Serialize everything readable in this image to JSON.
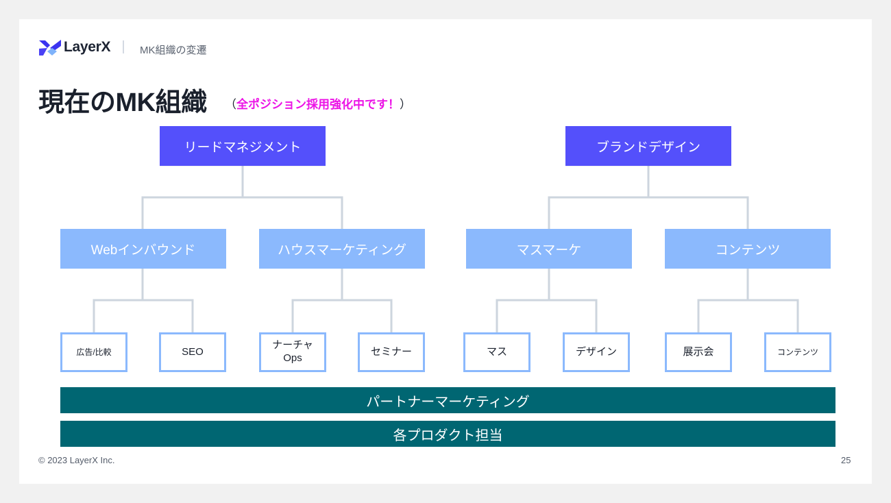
{
  "header": {
    "brand": "LayerX",
    "section": "MK組織の変遷",
    "logo_icon": "layerx-logo-icon"
  },
  "title": "現在のMK組織",
  "subtitle": {
    "open": "（",
    "text": "全ポジション採用強化中です！",
    "close": "）",
    "color": "#ec13e6"
  },
  "colors": {
    "top_box": "#5450fb",
    "mid_box": "#8bb9fd",
    "leaf_border": "#8bb9fd",
    "connector": "#cdd5de",
    "bar": "#006672"
  },
  "org": [
    {
      "label": "リードマネジメント",
      "children": [
        {
          "label": "Webインバウンド",
          "children": [
            {
              "label": "広告/比較"
            },
            {
              "label": "SEO"
            }
          ]
        },
        {
          "label": "ハウスマーケティング",
          "children": [
            {
              "label": "ナーチャ\nOps"
            },
            {
              "label": "セミナー"
            }
          ]
        }
      ]
    },
    {
      "label": "ブランドデザイン",
      "children": [
        {
          "label": "マスマーケ",
          "children": [
            {
              "label": "マス"
            },
            {
              "label": "デザイン"
            }
          ]
        },
        {
          "label": "コンテンツ",
          "children": [
            {
              "label": "展示会"
            },
            {
              "label": "コンテンツ"
            }
          ]
        }
      ]
    }
  ],
  "bars": [
    {
      "label": "パートナーマーケティング"
    },
    {
      "label": "各プロダクト担当"
    }
  ],
  "footer": {
    "copyright": "© 2023 LayerX Inc.",
    "page": "25"
  }
}
